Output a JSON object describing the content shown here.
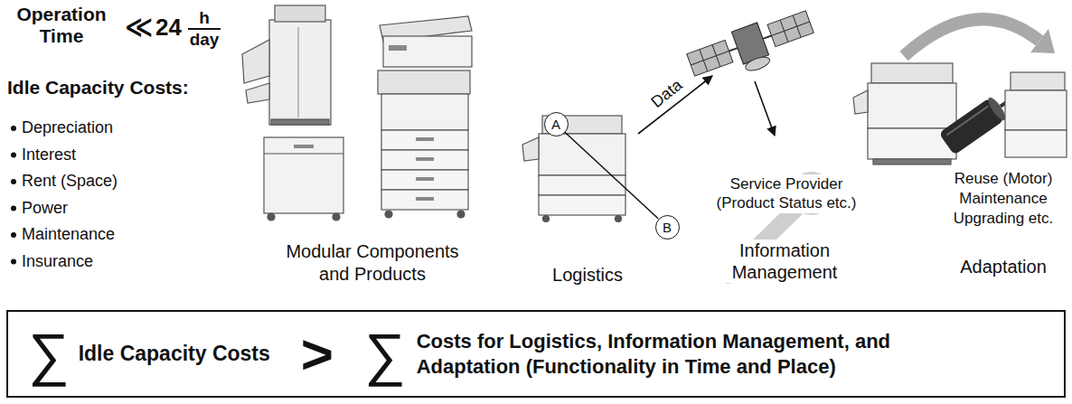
{
  "diagram": {
    "nodes": [
      {
        "text": [
          "A"
        ]
      },
      {
        "text": [
          "B"
        ]
      },
      {
        "text": [
          "∑",
          "Idle Capacity Costs",
          ">",
          "∑",
          "Costs for Logistics, Information Management, and Adaptation (Functionality in Time and Place)"
        ]
      }
    ],
    "edges": [
      {
        "from": 0,
        "to": 1,
        "arrow": "none"
      }
    ],
    "labels": [
      "Operation Time",
      "≪",
      "24",
      "h",
      "day",
      "Idle Capacity Costs:",
      "Depreciation",
      "Interest",
      "Rent (Space)",
      "Power",
      "Maintenance",
      "Insurance",
      "Modular Components and Products",
      "Logistics",
      "Data",
      "Service Provider (Product Status etc.)",
      "Information Management",
      "Reuse (Motor) Maintenance Upgrading etc.",
      "Adaptation"
    ]
  }
}
